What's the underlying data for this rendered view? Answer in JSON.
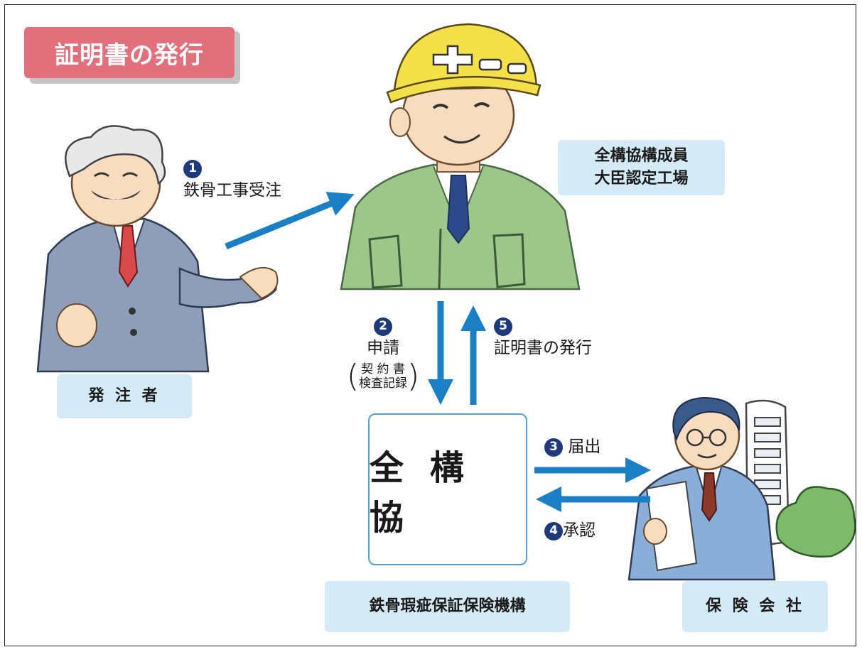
{
  "title": "証明書の発行",
  "actors": {
    "client": "発 注 者",
    "factory": [
      "全構協構成員",
      "大臣認定工場"
    ],
    "association": "全 構 協",
    "organization": "鉄骨瑕疵保証保険機構",
    "insurer": "保 険 会 社"
  },
  "steps": {
    "s1": {
      "num": "1",
      "label": "鉄骨工事受注"
    },
    "s2": {
      "num": "2",
      "label": "申請",
      "sub1": "契 約 書",
      "sub2": "検査記録"
    },
    "s3": {
      "num": "3",
      "label": "届出"
    },
    "s4": {
      "num": "4",
      "label": "承認"
    },
    "s5": {
      "num": "5",
      "label": "証明書の発行"
    }
  },
  "colors": {
    "title_bg": "#e26f7c",
    "label_bg": "#d4ebf7",
    "arrow": "#1a7fc4",
    "number_bg": "#1d3a7a"
  },
  "illustrations": [
    "client-illustration",
    "worker-illustration",
    "insurer-illustration"
  ]
}
